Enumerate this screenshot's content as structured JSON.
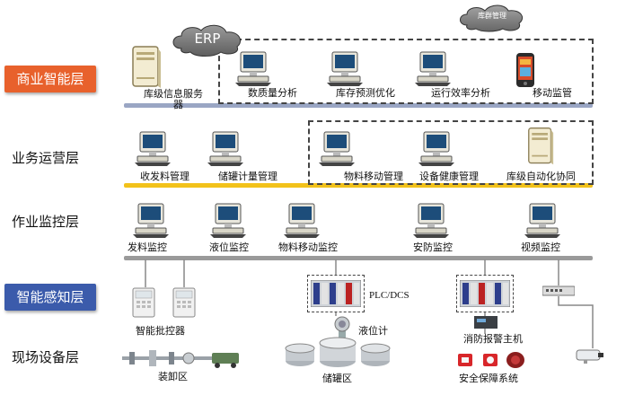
{
  "layers": {
    "business_intel": "商业智能层",
    "operations": "业务运营层",
    "monitoring": "作业监控层",
    "sensing": "智能感知层",
    "field": "现场设备层"
  },
  "colors": {
    "business_intel_badge": "#e8612c",
    "sensing_badge": "#3b5bab",
    "bus_blue": "#9aa6c4",
    "bus_yellow": "#f2c21a",
    "bus_gray": "#9a9a9a"
  },
  "clouds": {
    "erp": "ERP",
    "inventory_mgmt": "库群管理"
  },
  "business_intel_nodes": {
    "depot_info_server_line1": "库级信息服务",
    "depot_info_server_line2": "器",
    "quality_analysis": "数质量分析",
    "inventory_forecast": "库存预测优化",
    "efficiency_analysis": "运行效率分析",
    "mobile_monitoring": "移动监管"
  },
  "operations_nodes": {
    "receiving_dispatch": "收发料管理",
    "tank_metering": "储罐计量管理",
    "material_transfer_mgmt": "物料移动管理",
    "equipment_health": "设备健康管理",
    "depot_automation": "库级自动化协同"
  },
  "monitoring_nodes": {
    "dispatch_monitor": "发料监控",
    "level_monitor": "液位监控",
    "transfer_monitor": "物料移动监控",
    "security_monitor": "安防监控",
    "video_monitor": "视频监控"
  },
  "sensing_nodes": {
    "batch_controller": "智能批控器",
    "plc_dcs": "PLC/DCS",
    "level_gauge": "液位计",
    "fire_alarm_host": "消防报警主机"
  },
  "field_nodes": {
    "loading_area": "装卸区",
    "tank_area": "储罐区",
    "safety_system": "安全保障系统"
  }
}
